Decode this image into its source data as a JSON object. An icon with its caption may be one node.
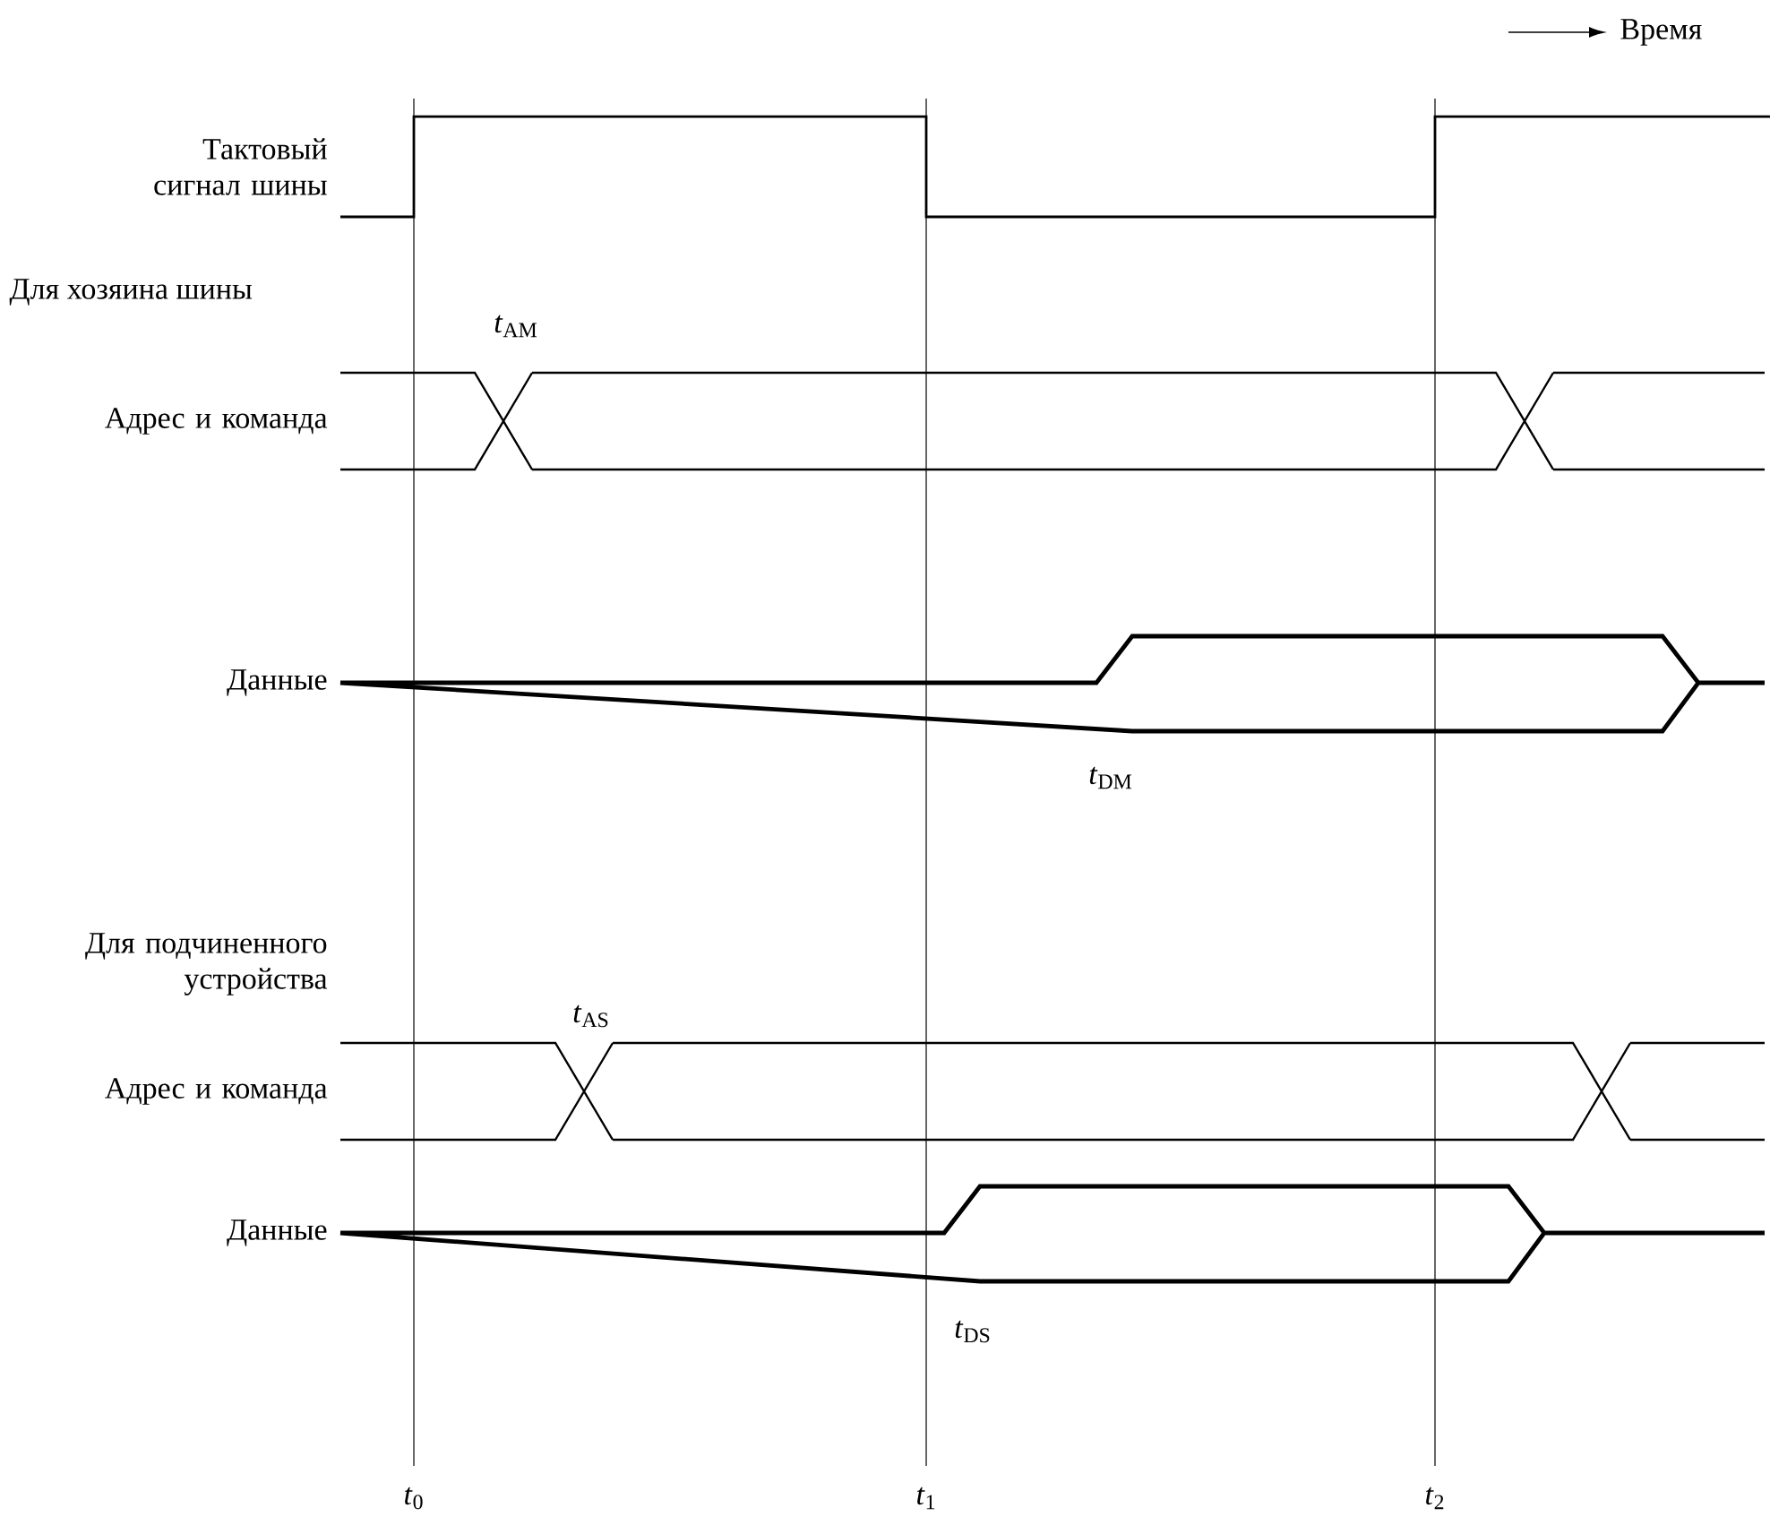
{
  "diagram": {
    "labels": [
      "Время",
      "Тактовый сигнал шины",
      "Для хозяина шины",
      "*t*$_{AM}$",
      "Адрес и команда",
      "Данные",
      "*t*$_{DM}$",
      "Для подчиненного устройства",
      "*t*$_{AS}$",
      "Адрес и команда",
      "Данные",
      "*t*$_{DS}$",
      "*t*$_{0}$",
      "*t*$_{1}$",
      "*t*$_{2}$"
    ]
  }
}
